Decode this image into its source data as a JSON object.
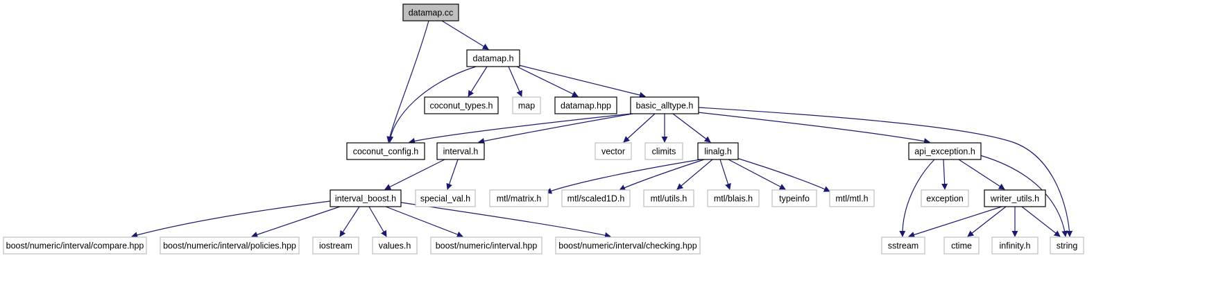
{
  "graph": {
    "root": "datamap.cc",
    "colors": {
      "edge": "#191970",
      "documented_border": "#000000",
      "external_border": "#bfbfbf",
      "root_fill": "#bfbfbf"
    },
    "nodes": [
      {
        "id": "datamap_cc",
        "label": "datamap.cc",
        "kind": "root"
      },
      {
        "id": "datamap_h",
        "label": "datamap.h",
        "kind": "documented"
      },
      {
        "id": "coconut_config_h",
        "label": "coconut_config.h",
        "kind": "documented"
      },
      {
        "id": "coconut_types_h",
        "label": "coconut_types.h",
        "kind": "documented"
      },
      {
        "id": "map",
        "label": "map",
        "kind": "external"
      },
      {
        "id": "datamap_hpp",
        "label": "datamap.hpp",
        "kind": "documented"
      },
      {
        "id": "basic_alltype_h",
        "label": "basic_alltype.h",
        "kind": "documented"
      },
      {
        "id": "interval_h",
        "label": "interval.h",
        "kind": "documented"
      },
      {
        "id": "vector",
        "label": "vector",
        "kind": "external"
      },
      {
        "id": "climits",
        "label": "climits",
        "kind": "external"
      },
      {
        "id": "linalg_h",
        "label": "linalg.h",
        "kind": "documented"
      },
      {
        "id": "api_exception_h",
        "label": "api_exception.h",
        "kind": "documented"
      },
      {
        "id": "string",
        "label": "string",
        "kind": "external"
      },
      {
        "id": "interval_boost_h",
        "label": "interval_boost.h",
        "kind": "documented"
      },
      {
        "id": "special_val_h",
        "label": "special_val.h",
        "kind": "external"
      },
      {
        "id": "mtl_matrix_h",
        "label": "mtl/matrix.h",
        "kind": "external"
      },
      {
        "id": "mtl_scaled1d_h",
        "label": "mtl/scaled1D.h",
        "kind": "external"
      },
      {
        "id": "mtl_utils_h",
        "label": "mtl/utils.h",
        "kind": "external"
      },
      {
        "id": "mtl_blais_h",
        "label": "mtl/blais.h",
        "kind": "external"
      },
      {
        "id": "typeinfo",
        "label": "typeinfo",
        "kind": "external"
      },
      {
        "id": "mtl_mtl_h",
        "label": "mtl/mtl.h",
        "kind": "external"
      },
      {
        "id": "exception",
        "label": "exception",
        "kind": "external"
      },
      {
        "id": "writer_utils_h",
        "label": "writer_utils.h",
        "kind": "documented"
      },
      {
        "id": "sstream",
        "label": "sstream",
        "kind": "external"
      },
      {
        "id": "ctime",
        "label": "ctime",
        "kind": "external"
      },
      {
        "id": "infinity_h",
        "label": "infinity.h",
        "kind": "external"
      },
      {
        "id": "bni_compare_hpp",
        "label": "boost/numeric/interval/compare.hpp",
        "kind": "external"
      },
      {
        "id": "bni_policies_hpp",
        "label": "boost/numeric/interval/policies.hpp",
        "kind": "external"
      },
      {
        "id": "iostream",
        "label": "iostream",
        "kind": "external"
      },
      {
        "id": "values_h",
        "label": "values.h",
        "kind": "external"
      },
      {
        "id": "bn_interval_hpp",
        "label": "boost/numeric/interval.hpp",
        "kind": "external"
      },
      {
        "id": "bni_checking_hpp",
        "label": "boost/numeric/interval/checking.hpp",
        "kind": "external"
      }
    ],
    "edges": [
      [
        "datamap_cc",
        "datamap_h"
      ],
      [
        "datamap_cc",
        "coconut_config_h"
      ],
      [
        "datamap_h",
        "coconut_config_h"
      ],
      [
        "datamap_h",
        "coconut_types_h"
      ],
      [
        "datamap_h",
        "map"
      ],
      [
        "datamap_h",
        "datamap_hpp"
      ],
      [
        "datamap_h",
        "basic_alltype_h"
      ],
      [
        "basic_alltype_h",
        "coconut_config_h"
      ],
      [
        "basic_alltype_h",
        "interval_h"
      ],
      [
        "basic_alltype_h",
        "vector"
      ],
      [
        "basic_alltype_h",
        "climits"
      ],
      [
        "basic_alltype_h",
        "linalg_h"
      ],
      [
        "basic_alltype_h",
        "api_exception_h"
      ],
      [
        "basic_alltype_h",
        "string"
      ],
      [
        "interval_h",
        "interval_boost_h"
      ],
      [
        "interval_h",
        "special_val_h"
      ],
      [
        "linalg_h",
        "mtl_matrix_h"
      ],
      [
        "linalg_h",
        "mtl_scaled1d_h"
      ],
      [
        "linalg_h",
        "mtl_utils_h"
      ],
      [
        "linalg_h",
        "mtl_blais_h"
      ],
      [
        "linalg_h",
        "typeinfo"
      ],
      [
        "linalg_h",
        "mtl_mtl_h"
      ],
      [
        "api_exception_h",
        "sstream"
      ],
      [
        "api_exception_h",
        "exception"
      ],
      [
        "api_exception_h",
        "writer_utils_h"
      ],
      [
        "api_exception_h",
        "string"
      ],
      [
        "writer_utils_h",
        "sstream"
      ],
      [
        "writer_utils_h",
        "ctime"
      ],
      [
        "writer_utils_h",
        "infinity_h"
      ],
      [
        "writer_utils_h",
        "string"
      ],
      [
        "interval_boost_h",
        "bni_compare_hpp"
      ],
      [
        "interval_boost_h",
        "bni_policies_hpp"
      ],
      [
        "interval_boost_h",
        "iostream"
      ],
      [
        "interval_boost_h",
        "values_h"
      ],
      [
        "interval_boost_h",
        "bn_interval_hpp"
      ],
      [
        "interval_boost_h",
        "bni_checking_hpp"
      ]
    ]
  }
}
